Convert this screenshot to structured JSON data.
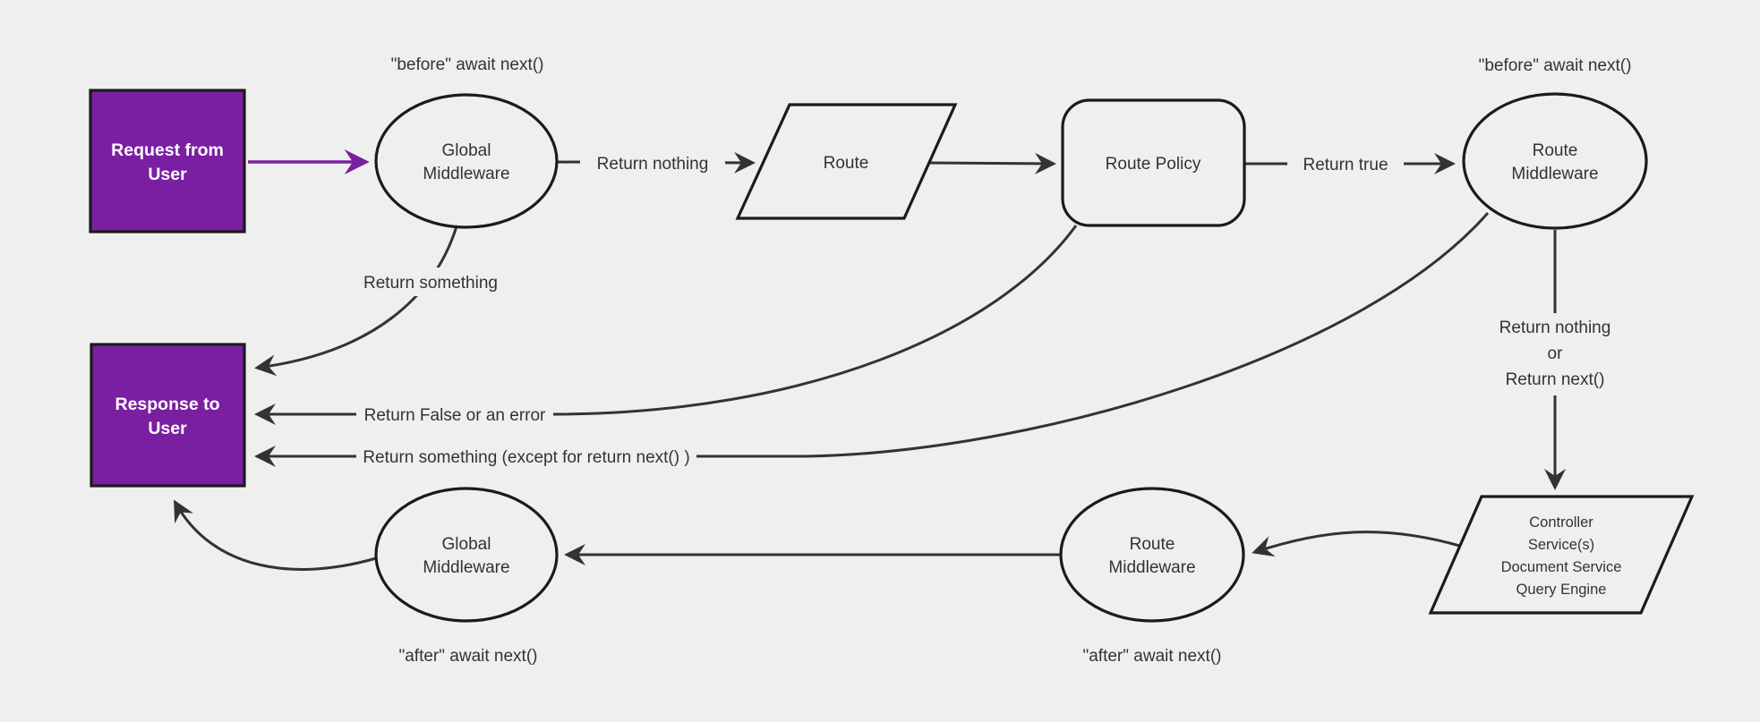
{
  "diagram": {
    "background_color": "#efefef",
    "edge_color": "#333333",
    "node_border_color": "#1b1b1b",
    "accent_purple": "#7b1fa2",
    "nodes": {
      "request": {
        "line1": "Request from",
        "line2": "User"
      },
      "global_middleware_top": {
        "line1": "Global",
        "line2": "Middleware"
      },
      "route": {
        "label": "Route"
      },
      "route_policy": {
        "label": "Route Policy"
      },
      "route_middleware_top": {
        "line1": "Route",
        "line2": "Middleware"
      },
      "controller": {
        "line1": "Controller",
        "line2": "Service(s)",
        "line3": "Document Service",
        "line4": "Query Engine"
      },
      "route_middleware_bottom": {
        "line1": "Route",
        "line2": "Middleware"
      },
      "global_middleware_bottom": {
        "line1": "Global",
        "line2": "Middleware"
      },
      "response": {
        "line1": "Response to",
        "line2": "User"
      }
    },
    "edge_labels": {
      "before_top_left": "\"before\" await next()",
      "before_top_right": "\"before\" await next()",
      "return_nothing": "Return nothing",
      "return_true": "Return true",
      "return_nothing_or_line1": "Return nothing",
      "return_nothing_or_line2": "or",
      "return_nothing_or_line3": "Return next()",
      "return_something": "Return something",
      "return_false_or_error": "Return False or an error",
      "return_something_except": "Return something (except for return next() )",
      "after_bottom_left": "\"after\" await next()",
      "after_bottom_right": "\"after\" await next()"
    }
  }
}
